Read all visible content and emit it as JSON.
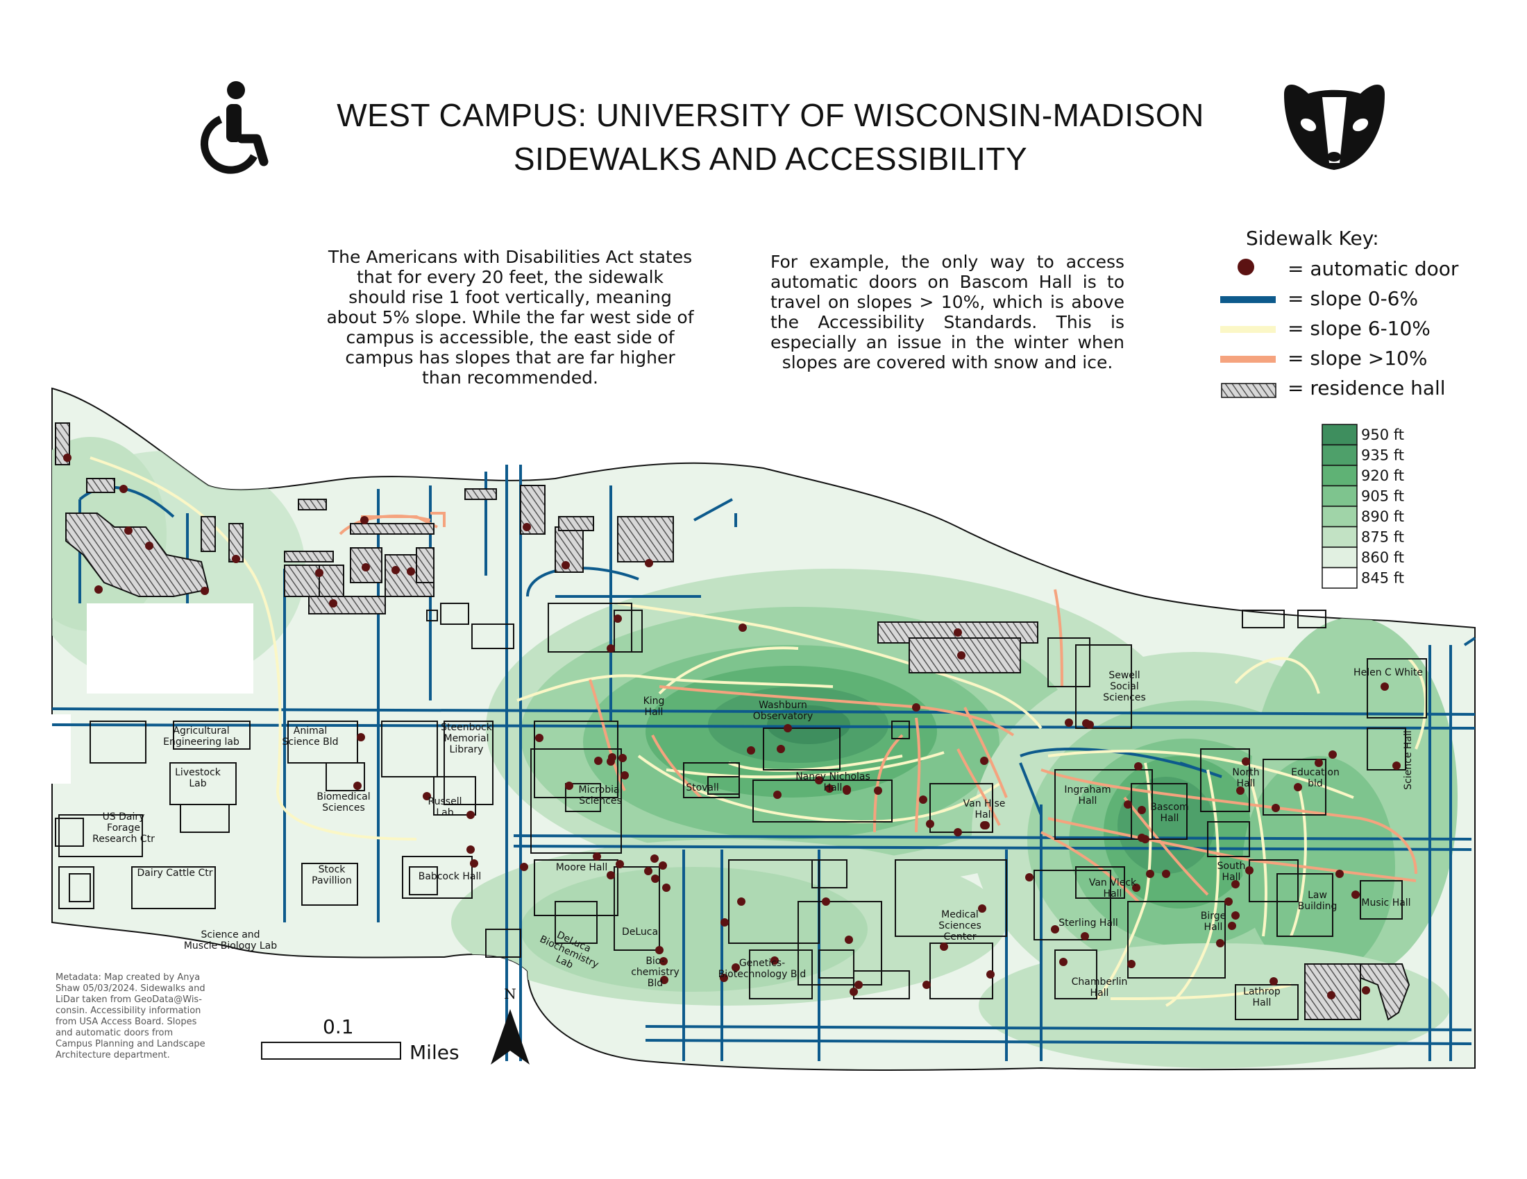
{
  "title": {
    "line1": "WEST CAMPUS: UNIVERSITY OF WISCONSIN-MADISON",
    "line2": "SIDEWALKS AND ACCESSIBILITY"
  },
  "intro_paragraph": "The Americans with Disabilities Act states that for every 20 feet, the sidewalk should rise 1 foot vertically, meaning about 5% slope. While the far west side of campus is accessible, the east side of campus has slopes that are far higher than recommended.",
  "example_paragraph": "For example, the only way to access automatic doors on Bascom Hall is to travel on slopes > 10%, which is above the Accessibility Standards. This is especially an issue in the winter when slopes are covered with snow and ice.",
  "legend": {
    "title": "Sidewalk Key:",
    "items": [
      {
        "label": "= automatic door",
        "symbol": "dot",
        "color": "#5c1212"
      },
      {
        "label": "= slope 0-6%",
        "symbol": "line",
        "color": "#0d5a8c"
      },
      {
        "label": "= slope 6-10%",
        "symbol": "line",
        "color": "#fbf7c6"
      },
      {
        "label": "= slope >10%",
        "symbol": "line",
        "color": "#f5a37e"
      },
      {
        "label": "= residence hall",
        "symbol": "hatch",
        "color": "#777777"
      }
    ]
  },
  "elevation_legend": {
    "labels": [
      "950 ft",
      "935 ft",
      "920 ft",
      "905 ft",
      "890 ft",
      "875 ft",
      "860 ft",
      "845 ft"
    ],
    "colors": [
      "#3e8e5e",
      "#4ea06a",
      "#5fb275",
      "#7ec48e",
      "#a0d4a8",
      "#c2e2c4",
      "#e1f0e1",
      "#ffffff"
    ]
  },
  "buildings": [
    {
      "label": "Agricultural\nEngineering lab",
      "hall": false
    },
    {
      "label": "Animal\nScience Bld",
      "hall": false
    },
    {
      "label": "Steenbock\nMemorial\nLibrary",
      "hall": false
    },
    {
      "label": "King\nHall",
      "hall": false
    },
    {
      "label": "Washburn\nObservatory",
      "hall": false
    },
    {
      "label": "Sewell\nSocial\nSciences",
      "hall": false
    },
    {
      "label": "Helen C White",
      "hall": false
    },
    {
      "label": "Livestock\nLab",
      "hall": false
    },
    {
      "label": "Biomedical\nSciences",
      "hall": false
    },
    {
      "label": "Russell\nLab",
      "hall": false
    },
    {
      "label": "Microbial\nSciences",
      "hall": false
    },
    {
      "label": "Stovall",
      "hall": false
    },
    {
      "label": "Nancy Nicholas\nHall",
      "hall": false
    },
    {
      "label": "Van Hise\nHall",
      "hall": false
    },
    {
      "label": "Ingraham\nHall",
      "hall": false
    },
    {
      "label": "Bascom\nHall",
      "hall": false
    },
    {
      "label": "North\nHall",
      "hall": false
    },
    {
      "label": "Education\nbld",
      "hall": false
    },
    {
      "label": "Science Hall",
      "hall": false
    },
    {
      "label": "US Dairy\nForage\nResearch Ctr",
      "hall": false
    },
    {
      "label": "Dairy Cattle Ctr",
      "hall": false
    },
    {
      "label": "Stock\nPavillion",
      "hall": false
    },
    {
      "label": "Babcock Hall",
      "hall": false
    },
    {
      "label": "Moore Hall",
      "hall": false
    },
    {
      "label": "South\nHall",
      "hall": false
    },
    {
      "label": "Van Vleck\nHall",
      "hall": false
    },
    {
      "label": "Music Hall",
      "hall": false
    },
    {
      "label": "Law\nBuilding",
      "hall": false
    },
    {
      "label": "DeLuca",
      "hall": false
    },
    {
      "label": "Medical\nSciences\nCenter",
      "hall": false
    },
    {
      "label": "Sterling Hall",
      "hall": false
    },
    {
      "label": "Birge\nHall",
      "hall": false
    },
    {
      "label": "DeLuca\nBiochemistry\nLab",
      "hall": false
    },
    {
      "label": "Bio-\nchemistry\nBld",
      "hall": false
    },
    {
      "label": "Genetics-\nBiotechnology Bld",
      "hall": false
    },
    {
      "label": "Chamberlin\nHall",
      "hall": false
    },
    {
      "label": "Lathrop\nHall",
      "hall": false
    },
    {
      "label": "Science and\nMuscle Biology Lab",
      "hall": false
    }
  ],
  "metadata": [
    "Metadata: Map created by Anya",
    "Shaw 05/03/2024. Sidewalks and",
    "LiDar taken from GeoData@Wis-",
    "consin. Accessibility information",
    "from USA Access Board. Slopes",
    "and automatic doors from",
    "Campus Planning and Landscape",
    "Architecture department."
  ],
  "scale_bar": {
    "distance": "0.1",
    "unit": "Miles"
  },
  "north_arrow": {
    "label": "N"
  },
  "icons": {
    "left": "wheelchair-icon",
    "right": "badger-icon"
  }
}
